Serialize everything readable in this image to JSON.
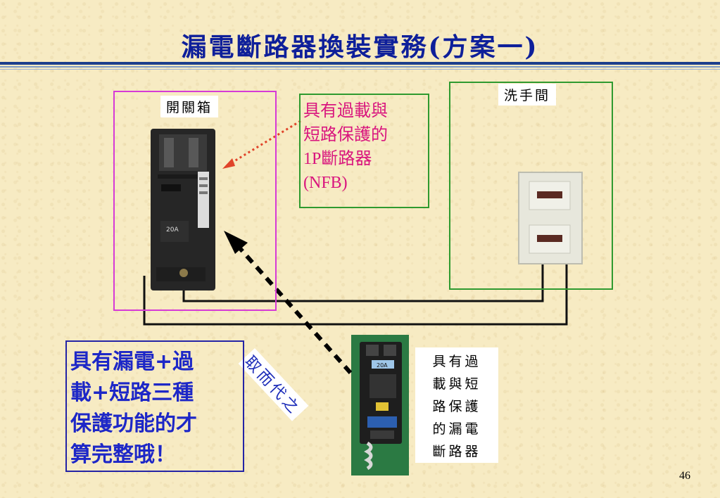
{
  "title": "漏電斷路器換裝實務(方案一)",
  "panel": {
    "label": "開關箱"
  },
  "restroom": {
    "label": "洗手間"
  },
  "nfb_callout": {
    "lines": [
      "具有過載與",
      "短路保護的",
      "1P斷路器",
      "(NFB)"
    ]
  },
  "nfb_rating": "20A",
  "elcb": {
    "rating": "20A",
    "label_lines": [
      "具有過",
      "載與短",
      "路保護",
      "的漏電",
      "斷路器"
    ]
  },
  "replace_text": "取而代之",
  "full_protect": {
    "lines": [
      "具有漏電+過",
      "載+短路三種",
      "保護功能的才",
      "算完整哦！"
    ]
  },
  "page_number": "46",
  "colors": {
    "title": "#0e1f9a",
    "panel_border": "#d63ad6",
    "restroom_border": "#2f9a2f",
    "nfb_text": "#d9157e",
    "full_text": "#1d27c7",
    "dotted_arrow": "#e0442a"
  }
}
